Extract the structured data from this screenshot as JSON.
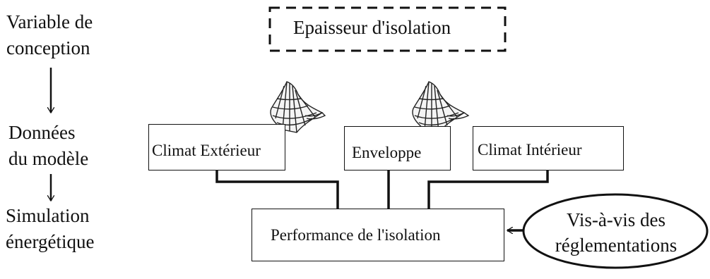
{
  "left_labels": {
    "row1": [
      "Variable de",
      "conception"
    ],
    "row2": [
      "Données",
      "du modèle"
    ],
    "row3": [
      "Simulation",
      "énergétique"
    ]
  },
  "design_variable": "Epaisseur d'isolation",
  "model_boxes": {
    "outdoor": "Climat Extérieur",
    "envelope": "Enveloppe",
    "indoor": "Climat Intérieur"
  },
  "result_box": "Performance de l'isolation",
  "regulation": [
    "Vis-à-vis des",
    "réglementations"
  ],
  "icons": [
    "weather-surface-icon",
    "weather-surface-icon"
  ]
}
